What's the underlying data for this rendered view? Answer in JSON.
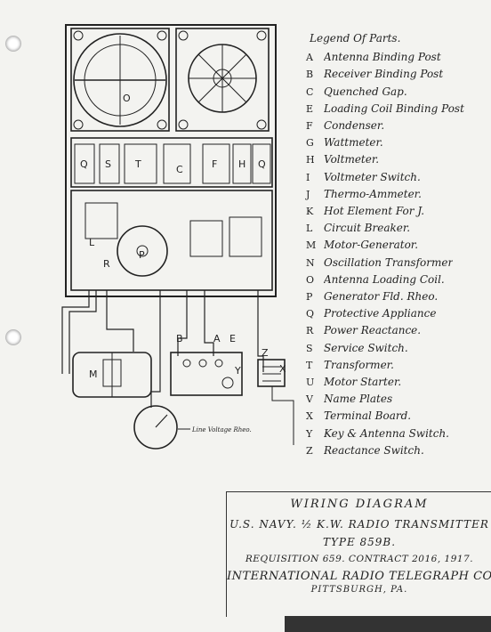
{
  "legend": {
    "title": "Legend Of Parts.",
    "items": [
      {
        "key": "A",
        "label": "Antenna Binding Post"
      },
      {
        "key": "B",
        "label": "Receiver Binding Post"
      },
      {
        "key": "C",
        "label": "Quenched Gap."
      },
      {
        "key": "E",
        "label": "Loading Coil Binding Post"
      },
      {
        "key": "F",
        "label": "Condenser."
      },
      {
        "key": "G",
        "label": "Wattmeter."
      },
      {
        "key": "H",
        "label": "Voltmeter."
      },
      {
        "key": "I",
        "label": "Voltmeter Switch."
      },
      {
        "key": "J",
        "label": "Thermo-Ammeter."
      },
      {
        "key": "K",
        "label": "Hot Element For J."
      },
      {
        "key": "L",
        "label": "Circuit Breaker."
      },
      {
        "key": "M",
        "label": "Motor-Generator."
      },
      {
        "key": "N",
        "label": "Oscillation Transformer"
      },
      {
        "key": "O",
        "label": "Antenna Loading Coil."
      },
      {
        "key": "P",
        "label": "Generator Fld. Rheo."
      },
      {
        "key": "Q",
        "label": "Protective Appliance"
      },
      {
        "key": "R",
        "label": "Power Reactance."
      },
      {
        "key": "S",
        "label": "Service Switch."
      },
      {
        "key": "T",
        "label": "Transformer."
      },
      {
        "key": "U",
        "label": "Motor Starter."
      },
      {
        "key": "V",
        "label": "Name Plates"
      },
      {
        "key": "X",
        "label": "Terminal Board."
      },
      {
        "key": "Y",
        "label": "Key & Antenna Switch."
      },
      {
        "key": "Z",
        "label": "Reactance Switch."
      }
    ]
  },
  "title_block": {
    "line1": "WIRING DIAGRAM",
    "line2": "U.S. NAVY. ½ K.W. RADIO TRANSMITTER",
    "line3": "TYPE 859B.",
    "line4": "REQUISITION 659. CONTRACT 2016, 1917.",
    "line5": "INTERNATIONAL RADIO TELEGRAPH CO",
    "line6": "PITTSBURGH, PA."
  },
  "diagram": {
    "rheo_note": "Line Voltage Rheo.",
    "labels": {
      "o": "O",
      "q_left": "Q",
      "s": "S",
      "t": "T",
      "c": "C",
      "f": "F",
      "h": "H",
      "q_right": "Q",
      "p": "P",
      "l": "L",
      "r": "R",
      "m": "M",
      "b": "B",
      "a": "A",
      "e": "E",
      "y": "Y",
      "x": "X",
      "z": "Z"
    }
  }
}
